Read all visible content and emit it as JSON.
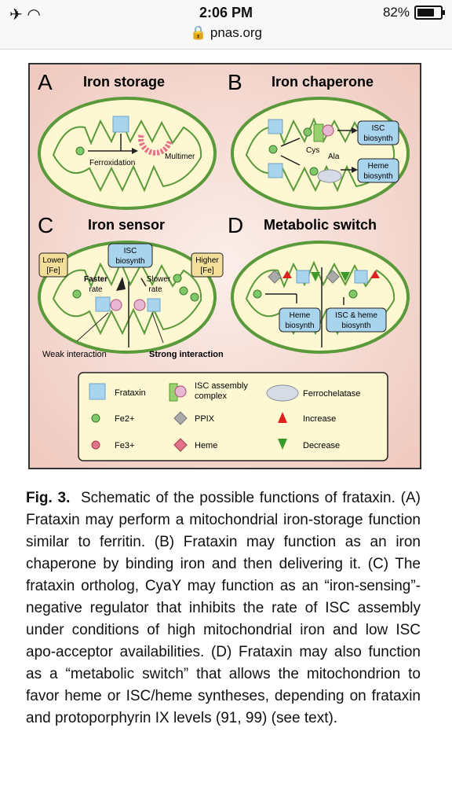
{
  "status_bar": {
    "time": "2:06 PM",
    "url": "pnas.org",
    "battery": "82%"
  },
  "figure": {
    "panels": {
      "A": {
        "letter": "A",
        "title": "Iron storage",
        "labels": {
          "ferroxidation": "Ferroxidation",
          "multimer": "Multimer"
        }
      },
      "B": {
        "letter": "B",
        "title": "Iron chaperone",
        "labels": {
          "cys": "Cys",
          "ala": "Ala",
          "isc": [
            "ISC",
            "biosynth"
          ],
          "heme": [
            "Heme",
            "biosynth"
          ]
        }
      },
      "C": {
        "letter": "C",
        "title": "Iron sensor",
        "labels": {
          "lower": [
            "Lower",
            "[Fe]"
          ],
          "higher": [
            "Higher",
            "[Fe]"
          ],
          "isc": [
            "ISC",
            "biosynth"
          ],
          "faster": [
            "Faster",
            "rate"
          ],
          "slower": [
            "Slower",
            "rate"
          ],
          "weak": "Weak interaction",
          "strong": "Strong interaction"
        }
      },
      "D": {
        "letter": "D",
        "title": "Metabolic switch",
        "labels": {
          "heme": [
            "Heme",
            "biosynth"
          ],
          "isc_heme": [
            "ISC & heme",
            "biosynth"
          ]
        }
      }
    },
    "legend": {
      "frataxin": "Frataxin",
      "isc_complex": [
        "ISC assembly",
        "complex"
      ],
      "ferrochelatase": "Ferrochelatase",
      "fe2": "Fe2+",
      "ppix": "PPIX",
      "increase": "Increase",
      "fe3": "Fe3+",
      "heme": "Heme",
      "decrease": "Decrease"
    },
    "colors": {
      "background": "#f2d6cf",
      "membrane_fill": "#fdf7d2",
      "membrane_stroke": "#5a9a3a",
      "frataxin": "#a9d4ee",
      "fe2": "#7fc96a",
      "fe3": "#e3738a",
      "increase": "#e02020",
      "decrease": "#3a9a2a"
    }
  },
  "caption": {
    "label": "Fig. 3.",
    "text": "Schematic of the possible functions of frataxin. (A) Frataxin may perform a mitochondrial iron-storage function similar to ferritin. (B) Frataxin may function as an iron chaperone by binding iron and then delivering it. (C) The frataxin ortholog, CyaY may function as an “iron-sensing”-negative regulator that inhibits the rate of ISC assembly under conditions of high mitochondrial iron and low ISC apo-acceptor availabilities. (D) Frataxin may also function as a “metabolic switch” that allows the mitochondrion to favor heme or ISC/heme syntheses, depending on frataxin and protoporphyrin IX levels (91, 99) (see text)."
  }
}
